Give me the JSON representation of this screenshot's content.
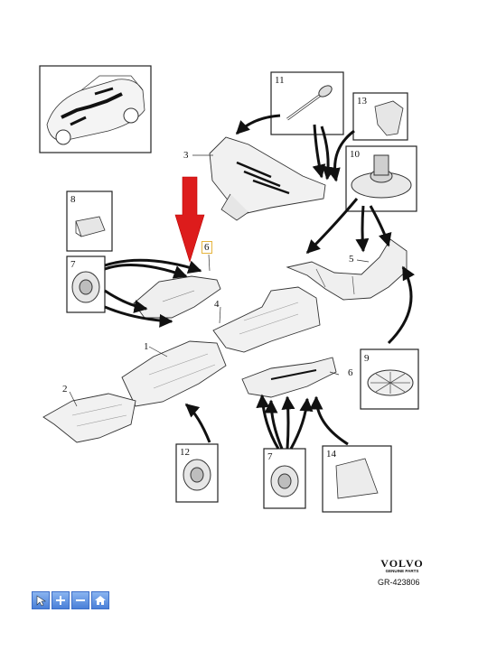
{
  "callouts": {
    "c1": "1",
    "c2": "2",
    "c3": "3",
    "c4": "4",
    "c5": "5",
    "c6_top": "6",
    "c6_right": "6"
  },
  "detail_boxes": {
    "b7_left": "7",
    "b8": "8",
    "b9": "9",
    "b10": "10",
    "b11": "11",
    "b12": "12",
    "b13": "13",
    "b14": "14",
    "b7_bottom": "7"
  },
  "footer": {
    "brand": "VOLVO",
    "brand_sub": "GENUINE PARTS",
    "ref_code": "GR-423806"
  },
  "toolbar": {
    "buttons": [
      "pointer-icon",
      "zoom-in-icon",
      "zoom-out-icon",
      "home-icon"
    ]
  },
  "colors": {
    "highlight_arrow": "#dd1c1c",
    "highlight_label_border": "#e6b43c",
    "toolbar_blue": "#4a80d8"
  }
}
